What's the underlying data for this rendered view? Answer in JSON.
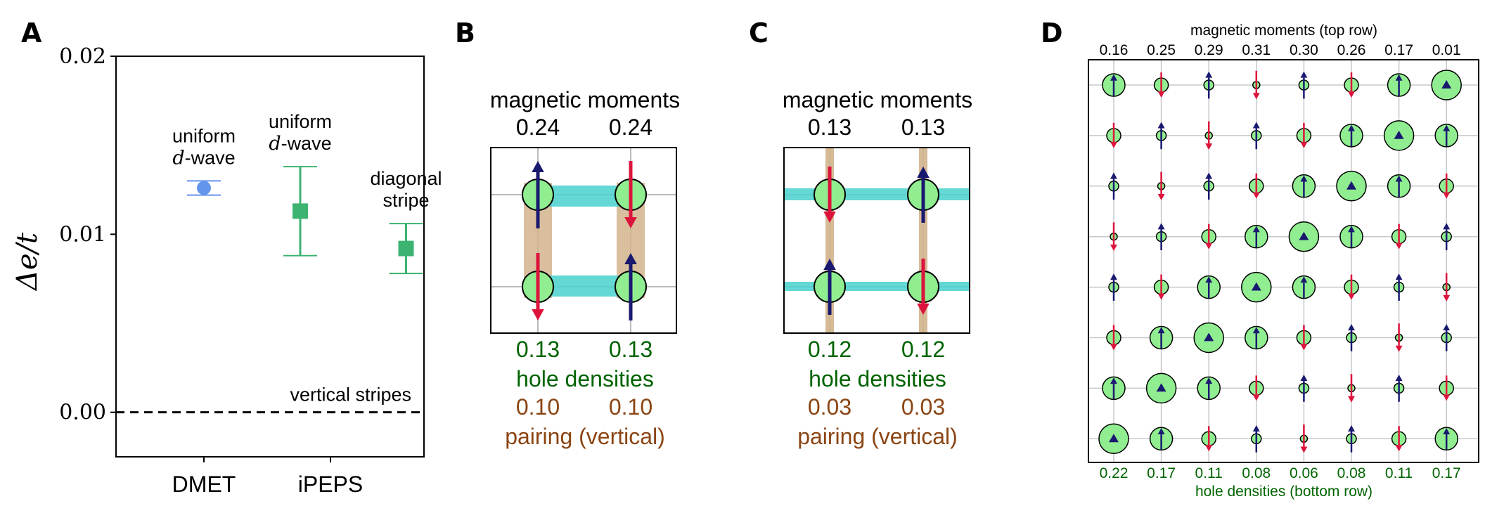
{
  "panels": [
    {
      "label": "A"
    },
    {
      "label": "B",
      "top_label": "magnetic moments",
      "bottom_density_label": "hole densities",
      "bottom_pairing_label": "pairing (vertical)"
    },
    {
      "label": "C",
      "top_label": "magnetic moments",
      "bottom_density_label": "hole densities",
      "bottom_pairing_label": "pairing (vertical)"
    },
    {
      "label": "D",
      "top_label": "magnetic moments (top row)",
      "bottom_label": "hole densities (bottom row)"
    }
  ],
  "colors": {
    "dmet": "#6495ed",
    "ipeps": "#3cb371",
    "spin_up": "#191970",
    "spin_down": "#dc143c",
    "site_fill": "#90ee90",
    "pairing_vertical": "#d2b48c",
    "pairing_horizontal": "#48d1cc",
    "density_text": "#006400",
    "pairing_text": "#8b4513"
  },
  "chart_data": [
    {
      "type": "scatter",
      "panel": "A",
      "ylabel": "Δe/t",
      "ylim": [
        -0.0025,
        0.02
      ],
      "yticks": [
        "0.00",
        "0.01",
        "0.02"
      ],
      "ytick_values": [
        0.0,
        0.01,
        0.02
      ],
      "categories": [
        "DMET",
        "iPEPS"
      ],
      "points": [
        {
          "category": "DMET",
          "offset": 0,
          "marker": "circle",
          "y": 0.0126,
          "err_low": 0.0122,
          "err_high": 0.013,
          "label_line1": "uniform",
          "label_line2": "d-wave"
        },
        {
          "category": "iPEPS",
          "offset": -0.1,
          "marker": "square",
          "y": 0.0113,
          "err_low": 0.0088,
          "err_high": 0.0138,
          "label_line1": "uniform",
          "label_line2": "d-wave"
        },
        {
          "category": "iPEPS",
          "offset": 0.25,
          "marker": "square",
          "y": 0.0092,
          "err_low": 0.0078,
          "err_high": 0.0106,
          "label_line1": "diagonal",
          "label_line2": "stripe"
        }
      ],
      "reference_line": {
        "y": 0.0,
        "label": "vertical stripes",
        "style": "dashed"
      }
    },
    {
      "type": "heatmap",
      "panel": "B",
      "rows": 2,
      "cols": 2,
      "spins": [
        [
          "up",
          "down"
        ],
        [
          "down",
          "up"
        ]
      ],
      "magnetic_moments": [
        "0.24",
        "0.24"
      ],
      "hole_densities": [
        "0.13",
        "0.13"
      ],
      "pairing_vertical": [
        "0.10",
        "0.10"
      ]
    },
    {
      "type": "heatmap",
      "panel": "C",
      "rows": 2,
      "cols": 2,
      "spins": [
        [
          "down",
          "up"
        ],
        [
          "up",
          "down"
        ]
      ],
      "magnetic_moments": [
        "0.13",
        "0.13"
      ],
      "hole_densities": [
        "0.12",
        "0.12"
      ],
      "pairing_vertical": [
        "0.03",
        "0.03"
      ]
    },
    {
      "type": "heatmap",
      "panel": "D",
      "rows": 8,
      "cols": 8,
      "top_row_moments": [
        "0.16",
        "0.25",
        "0.29",
        "0.31",
        "0.30",
        "0.26",
        "0.17",
        "0.01"
      ],
      "bottom_row_densities": [
        "0.22",
        "0.17",
        "0.11",
        "0.08",
        "0.06",
        "0.08",
        "0.11",
        "0.17"
      ]
    }
  ]
}
